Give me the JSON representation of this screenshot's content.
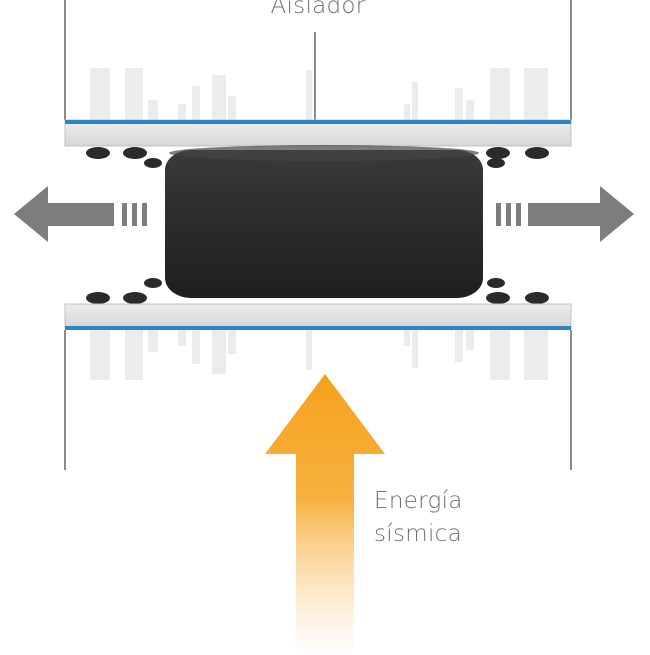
{
  "labels": {
    "isolator": "Aislador",
    "energy_line1": "Energía",
    "energy_line2": "sísmica"
  },
  "colors": {
    "background": "#ffffff",
    "column_outline": "#8a8a8a",
    "ghost_building": "#ececec",
    "plate": "#e3e3e3",
    "plate_edge": "#c2c2c2",
    "plate_stripe": "#2a86c8",
    "bolt": "#2b2b2b",
    "rubber_bearing": "#2c2c2e",
    "motion_arrow": "#7d7d7d",
    "energy_arrow": "#f5a21b",
    "label_text": "#6e6e6e"
  },
  "icons": {
    "left_motion": "arrow-left-icon",
    "right_motion": "arrow-right-icon",
    "energy": "arrow-up-icon"
  }
}
